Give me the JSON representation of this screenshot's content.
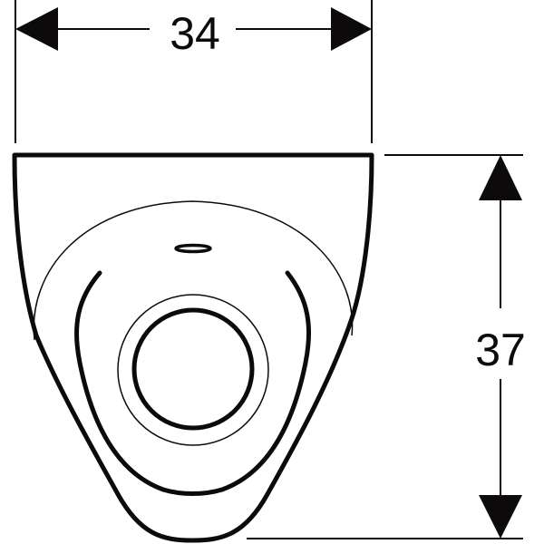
{
  "drawing": {
    "subject": "urinal-top-view",
    "stroke_color": "#0d0a0b",
    "background": "#ffffff"
  },
  "dimensions": {
    "width": {
      "value": "34",
      "orientation": "horizontal"
    },
    "depth": {
      "value": "37",
      "orientation": "vertical"
    }
  }
}
